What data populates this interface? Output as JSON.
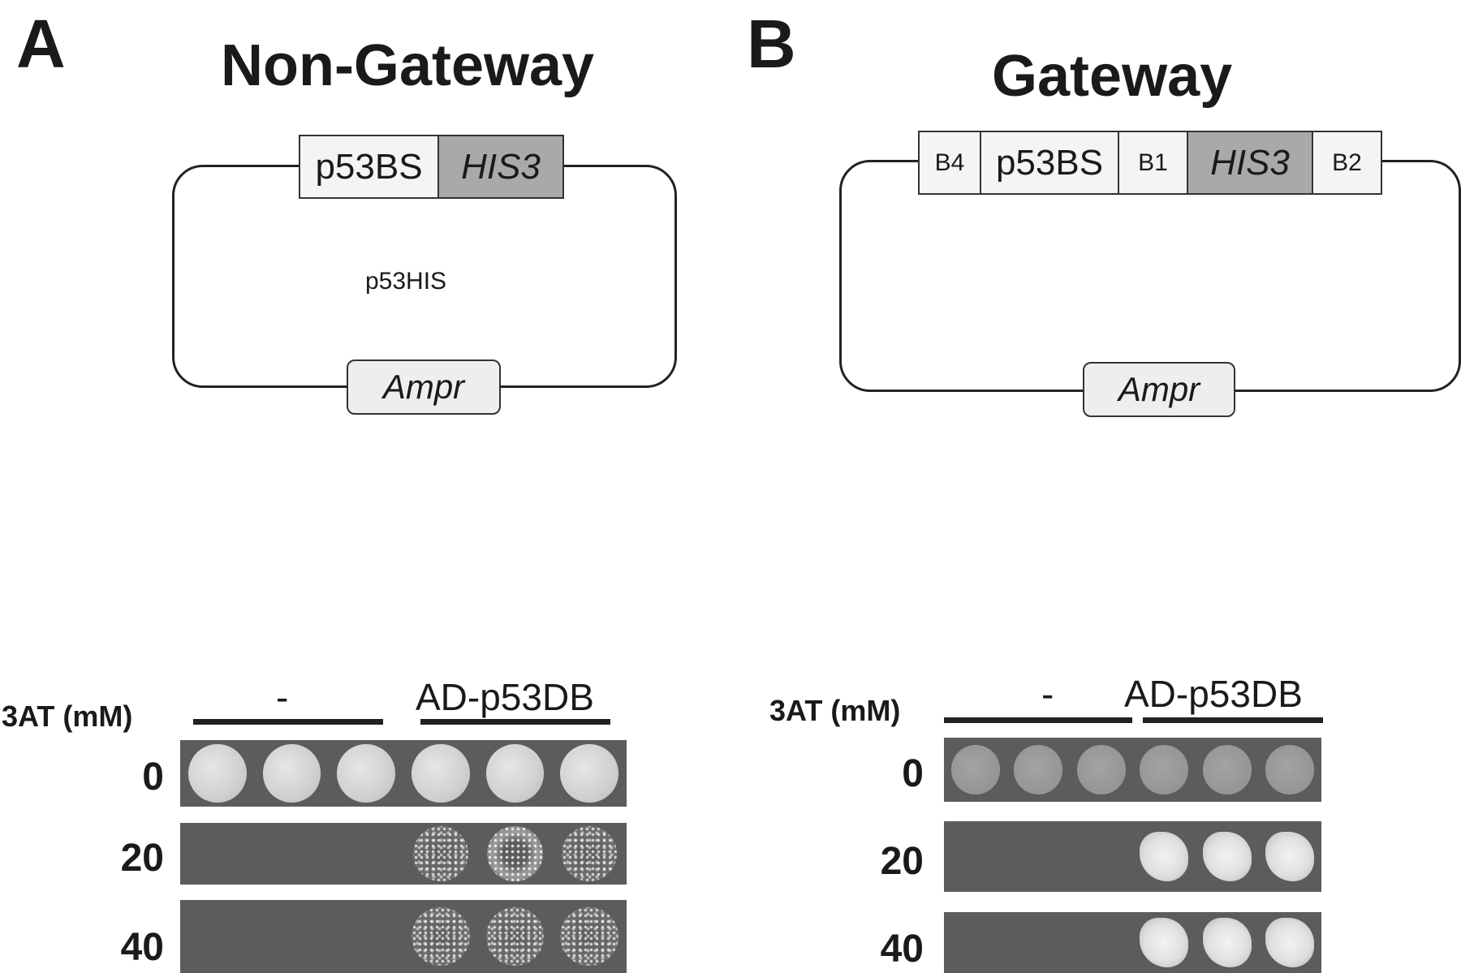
{
  "panels": [
    {
      "letter": "A",
      "title": "Non-Gateway",
      "plasmid": {
        "name": "p53HIS",
        "segments": [
          {
            "label": "p53BS",
            "style": "light",
            "italic": false
          },
          {
            "label": "HIS3",
            "style": "dark",
            "italic": true
          }
        ],
        "marker": "Ampr"
      },
      "assay": {
        "label_3at": "3AT (mM)",
        "groups": [
          "-",
          "AD-p53DB"
        ],
        "rows": [
          {
            "label": "0",
            "spots": [
              "full",
              "full",
              "full",
              "full",
              "full",
              "full"
            ]
          },
          {
            "label": "20",
            "spots": [
              "none",
              "none",
              "none",
              "grainy",
              "ring",
              "grainy"
            ]
          },
          {
            "label": "40",
            "spots": [
              "none",
              "none",
              "none",
              "grainy",
              "grainy",
              "grainy"
            ]
          }
        ]
      }
    },
    {
      "letter": "B",
      "title": "Gateway",
      "plasmid": {
        "name": "",
        "segments": [
          {
            "label": "B4",
            "style": "light",
            "italic": false
          },
          {
            "label": "p53BS",
            "style": "light",
            "italic": false
          },
          {
            "label": "B1",
            "style": "light",
            "italic": false
          },
          {
            "label": "HIS3",
            "style": "dark",
            "italic": true
          },
          {
            "label": "B2",
            "style": "light",
            "italic": false
          }
        ],
        "marker": "Ampr"
      },
      "assay": {
        "label_3at": "3AT (mM)",
        "groups": [
          "-",
          "AD-p53DB"
        ],
        "rows": [
          {
            "label": "0",
            "spots": [
              "dim",
              "dim",
              "dim",
              "dim",
              "dim",
              "dim"
            ]
          },
          {
            "label": "20",
            "spots": [
              "none",
              "none",
              "none",
              "blob",
              "blob",
              "blob"
            ]
          },
          {
            "label": "40",
            "spots": [
              "none",
              "none",
              "none",
              "blob",
              "blob",
              "blob"
            ]
          }
        ]
      }
    }
  ]
}
